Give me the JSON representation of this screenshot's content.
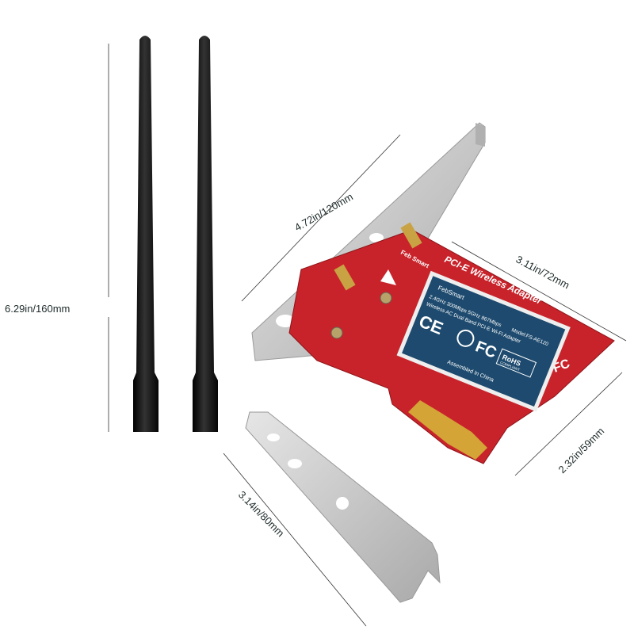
{
  "dimensions": {
    "antenna_height": "6.29in/160mm",
    "bracket_length": "4.72in/120mm",
    "card_width": "3.11in/72mm",
    "card_height": "2.32in/59mm",
    "low_profile_bracket": "3.14in/80mm"
  },
  "card": {
    "silk_brand": "Feb Smart",
    "silk_title": "PCI-E Wireless Adapter",
    "label": {
      "brand": "FebSmart",
      "speed": "2.4GHz 300Mbps 5GHz 867Mbps",
      "model": "Model:FS-AE120",
      "description": "Wireless AC Dual Band PCI-E Wi-Fi Adapter",
      "rohs": "RoHS",
      "rohs_sub": "COMPLIANT",
      "origin": "Assembled In China",
      "ce": "CE",
      "fc": "FC"
    }
  },
  "colors": {
    "pcb_red": "#c8232a",
    "label_blue": "#1d4a6e",
    "antenna_black": "#151515",
    "bracket_silver": "#c9c9c9",
    "gold_contacts": "#d4a437"
  }
}
